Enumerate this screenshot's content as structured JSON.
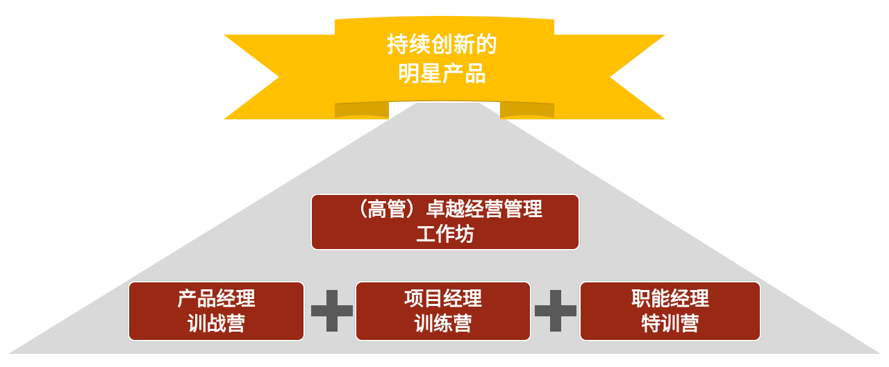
{
  "colors": {
    "ribbon": "#FFC000",
    "ribbon_shade": "#D9A300",
    "pyramid": "#D9D9D9",
    "box": "#992814",
    "plus": "#595959"
  },
  "banner": {
    "line1": "持续创新的",
    "line2": "明星产品"
  },
  "top_box": {
    "line1": "（高管）卓越经营管理",
    "line2": "工作坊"
  },
  "bottom_boxes": [
    {
      "line1": "产品经理",
      "line2": "训战营"
    },
    {
      "line1": "项目经理",
      "line2": "训练营"
    },
    {
      "line1": "职能经理",
      "line2": "特训营"
    }
  ]
}
